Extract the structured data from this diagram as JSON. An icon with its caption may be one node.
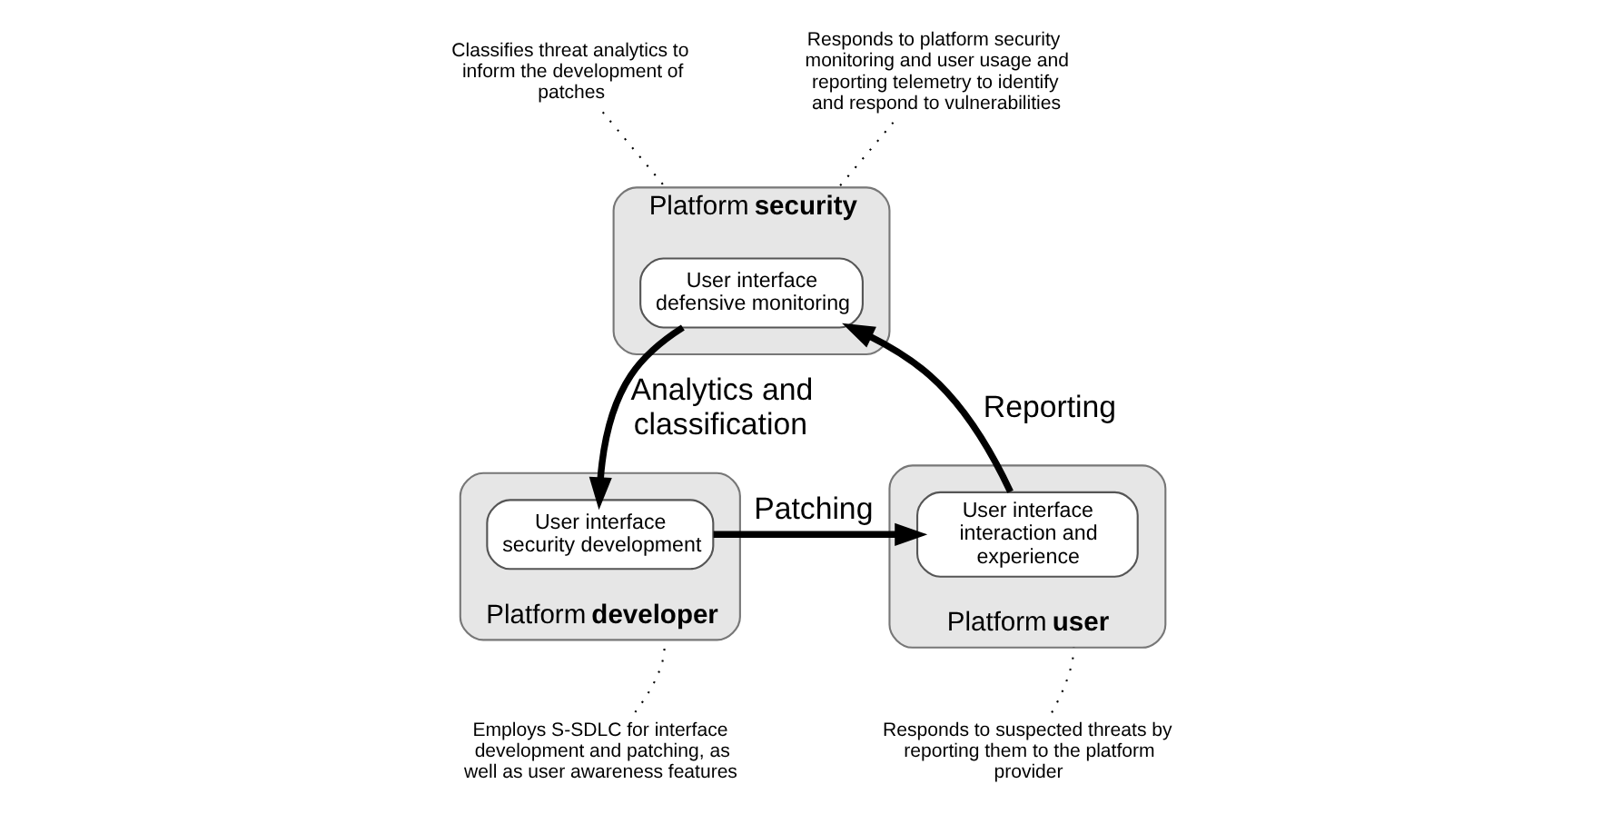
{
  "diagram": {
    "nodes": [
      {
        "text": [
          "Platform **security**"
        ]
      },
      {
        "text": [
          "User interface defensive monitoring"
        ],
        "in": 0
      },
      {
        "text": [
          "Platform **developer**"
        ]
      },
      {
        "text": [
          "User interface security development"
        ],
        "in": 2
      },
      {
        "text": [
          "Platform **user**"
        ]
      },
      {
        "text": [
          "User interface interaction and experience"
        ],
        "in": 4
      },
      {
        "text": [
          "Classifies threat analytics to inform the development of patches"
        ]
      },
      {
        "text": [
          "Responds to platform security monitoring and user usage and reporting telemetry to identify and respond to vulnerabilities"
        ]
      },
      {
        "text": [
          "Employs S-SDLC for interface development and patching, as well as user awareness features"
        ]
      },
      {
        "text": [
          "Responds to suspected threats by reporting them to the platform provider"
        ]
      }
    ],
    "edges": [
      {
        "from": 1,
        "to": 3,
        "arrow": "to",
        "label": "Analytics and classification",
        "style": "thick"
      },
      {
        "from": 3,
        "to": 5,
        "arrow": "to",
        "label": "Patching",
        "style": "thick"
      },
      {
        "from": 5,
        "to": 1,
        "arrow": "to",
        "label": "Reporting",
        "style": "thick"
      },
      {
        "from": 6,
        "to": 0,
        "arrow": "none",
        "style": "dashed"
      },
      {
        "from": 7,
        "to": 0,
        "arrow": "none",
        "style": "dashed"
      },
      {
        "from": 8,
        "to": 2,
        "arrow": "none",
        "style": "dashed"
      },
      {
        "from": 9,
        "to": 4,
        "arrow": "none",
        "style": "dashed"
      }
    ]
  }
}
